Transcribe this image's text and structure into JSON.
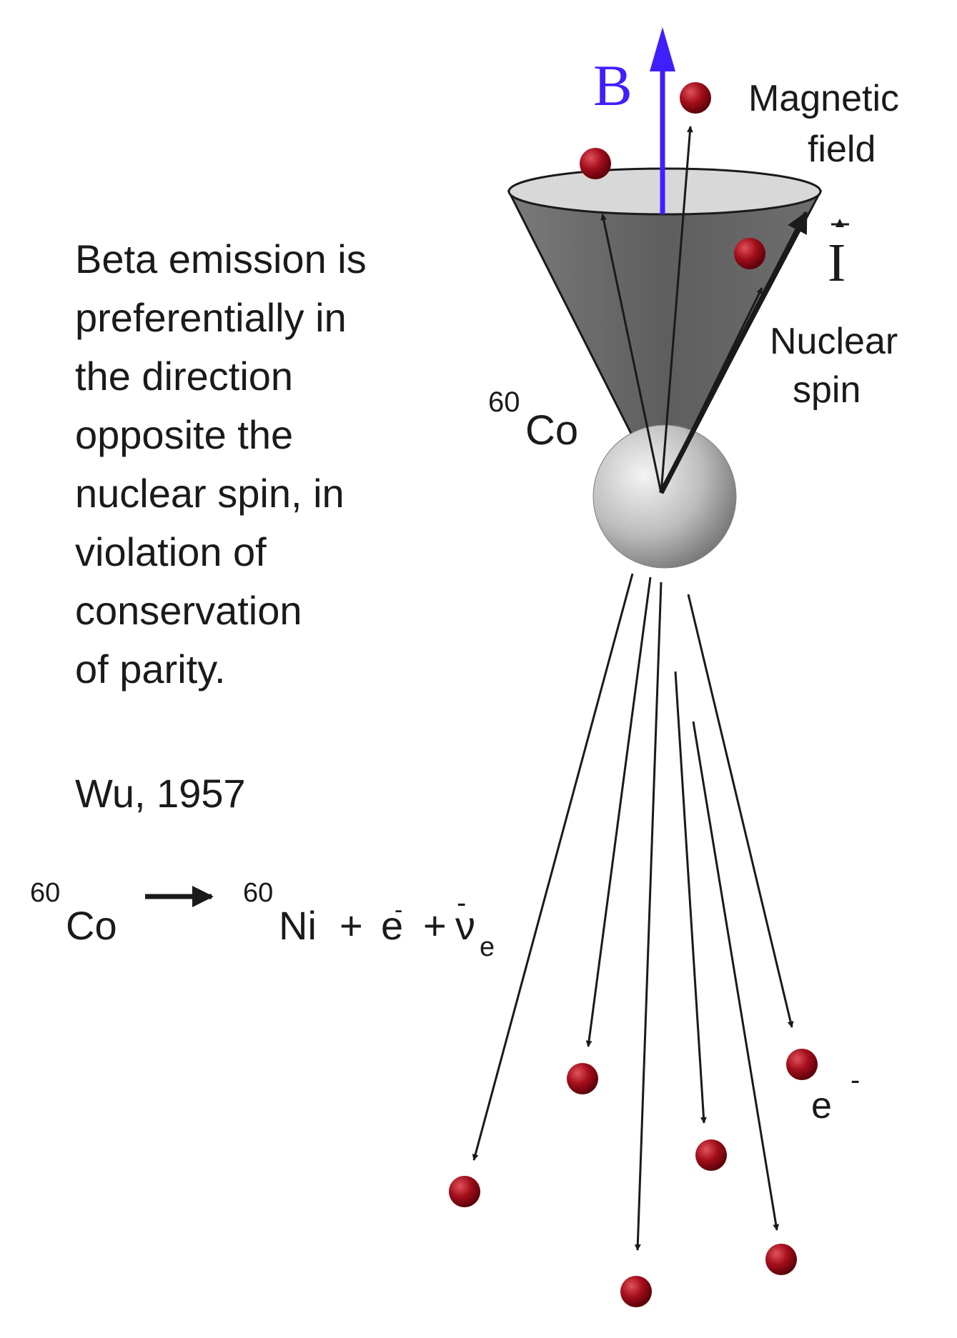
{
  "description_lines": [
    "Beta emission is",
    "preferentially in",
    "the direction",
    "opposite the",
    "nuclear spin, in",
    "violation of",
    "conservation",
    "of parity."
  ],
  "citation": "Wu, 1957",
  "field": {
    "symbol": "B",
    "label_line1": "Magnetic",
    "label_line2": "field",
    "color": "#3f1fff"
  },
  "spin": {
    "symbol": "I",
    "label_line1": "Nuclear",
    "label_line2": "spin"
  },
  "nucleus": {
    "mass_number": "60",
    "element": "Co"
  },
  "equation": {
    "parent_mass": "60",
    "parent": "Co",
    "daughter_mass": "60",
    "daughter": "Ni",
    "plus1": "+",
    "electron": "e",
    "electron_charge": "-",
    "plus2": "+",
    "antineutrino": "ν",
    "antineutrino_bar": "-",
    "antineutrino_sub": "e"
  },
  "electron_label": {
    "symbol": "e",
    "charge": "-"
  },
  "colors": {
    "cone_side": "#6b6b6b",
    "cone_rim": "#d8d8d8",
    "electron": "#a50f1c",
    "arrow": "#1a1a1a",
    "field_arrow": "#3f1fff"
  }
}
